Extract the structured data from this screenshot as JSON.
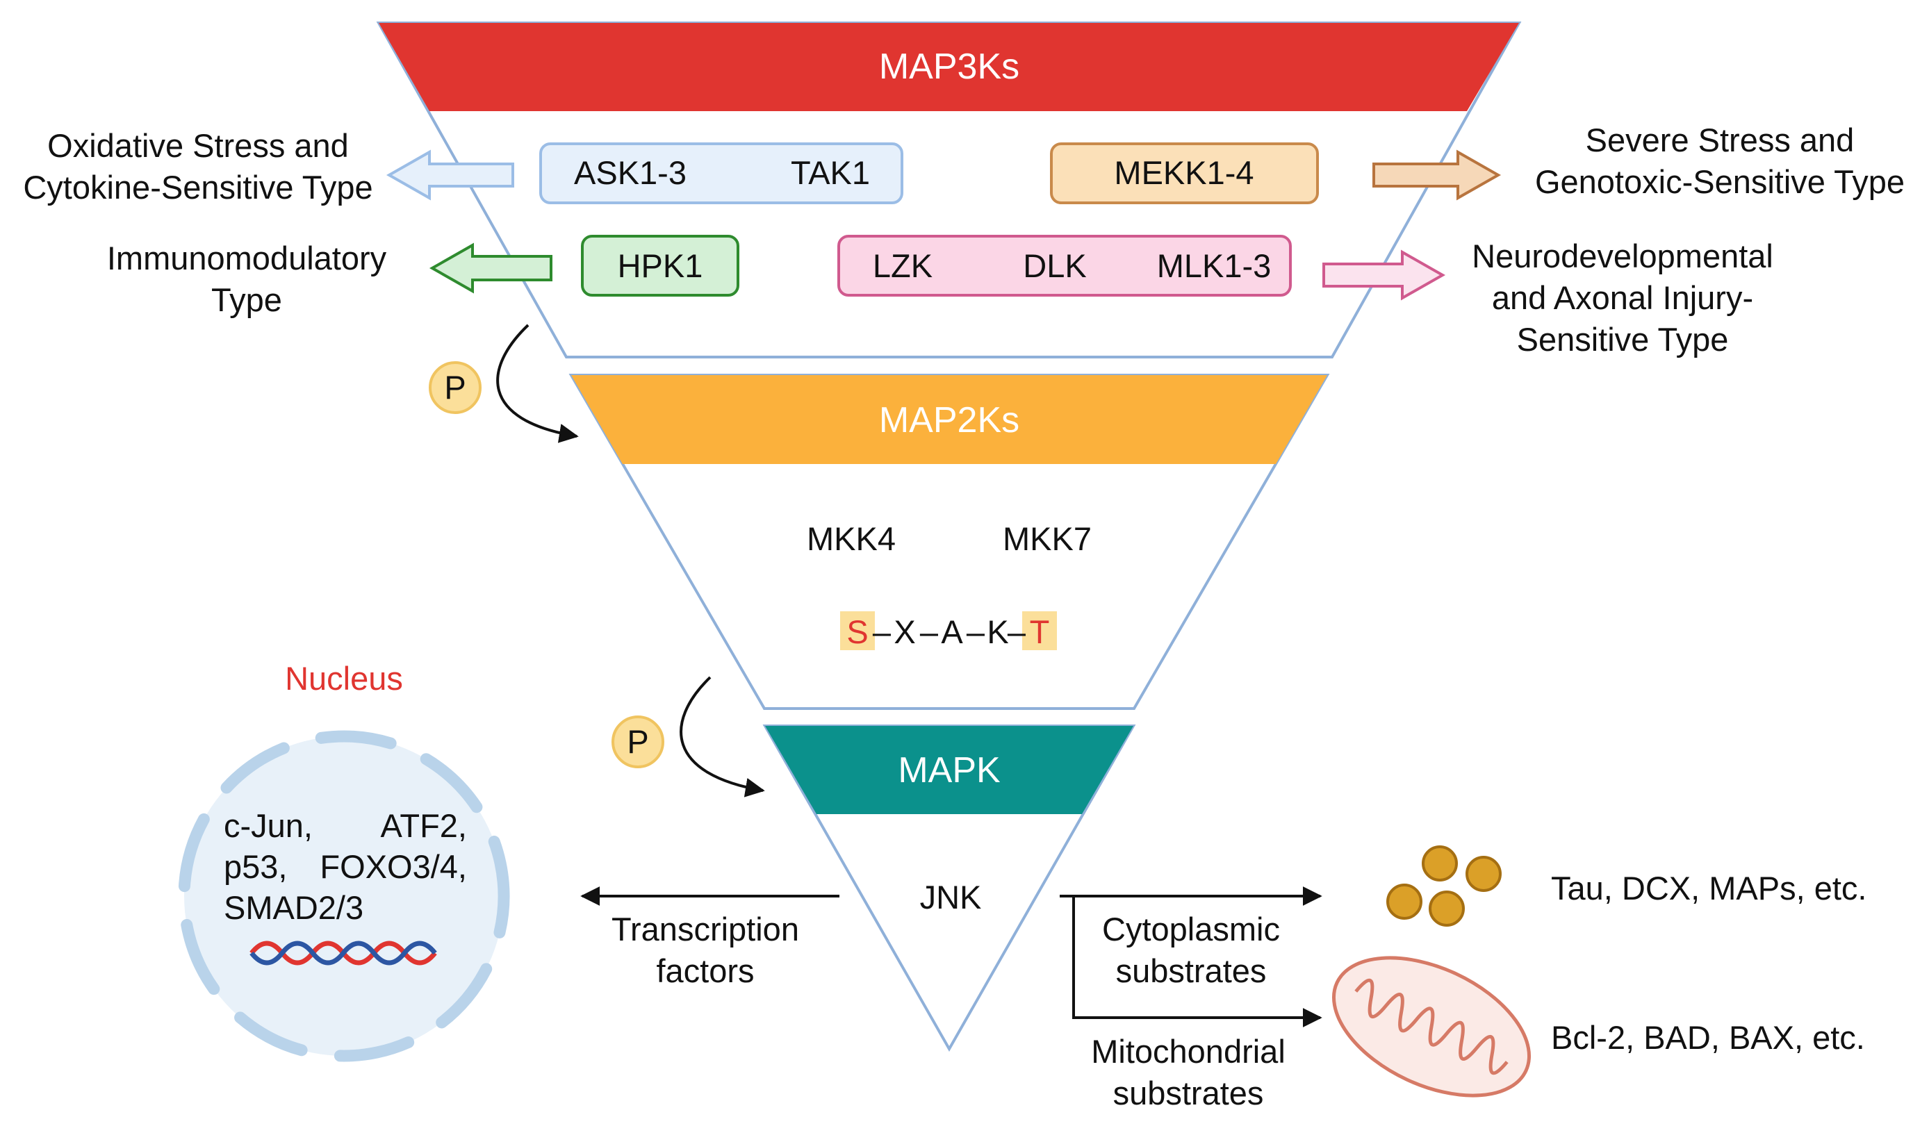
{
  "tiers": {
    "map3k": {
      "title": "MAP3Ks",
      "color": "#e03530"
    },
    "map2k": {
      "title": "MAP2Ks",
      "color": "#fbb13c"
    },
    "mapk": {
      "title": "MAPK",
      "color": "#0b918c"
    }
  },
  "map3k_groups": {
    "ask_tak": {
      "items": [
        "ASK1-3",
        "TAK1"
      ],
      "fill": "#e6f0fb",
      "stroke": "#9bbde6"
    },
    "mekk": {
      "items": [
        "MEKK1-4"
      ],
      "fill": "#fbe0b8",
      "stroke": "#c98a4b"
    },
    "hpk": {
      "items": [
        "HPK1"
      ],
      "fill": "#d4f0d6",
      "stroke": "#2e8b2e"
    },
    "mlk": {
      "items": [
        "LZK",
        "DLK",
        "MLK1-3"
      ],
      "fill": "#fbd6e6",
      "stroke": "#d05a8e"
    }
  },
  "sensitivity_types": {
    "oxidative": {
      "lines": [
        "Oxidative Stress and",
        "Cytokine-Sensitive Type"
      ],
      "arrow_fill": "#e6f0fb",
      "arrow_stroke": "#9bbde6"
    },
    "severe": {
      "lines": [
        "Severe Stress and",
        "Genotoxic-Sensitive Type"
      ],
      "arrow_fill": "#f6d8b8",
      "arrow_stroke": "#b8743e"
    },
    "immuno": {
      "lines": [
        "Immunomodulatory",
        "Type"
      ],
      "arrow_fill": "#d4f0d6",
      "arrow_stroke": "#2e8b2e"
    },
    "neuro": {
      "lines": [
        "Neurodevelopmental",
        "and Axonal Injury-",
        "Sensitive Type"
      ],
      "arrow_fill": "#fbe3ee",
      "arrow_stroke": "#d05a8e"
    }
  },
  "phospho_label": "P",
  "map2k_items": [
    "MKK4",
    "MKK7"
  ],
  "motif": {
    "s": "S",
    "x": "X",
    "a": "A",
    "k": "K",
    "t": "T",
    "dash": "–"
  },
  "mapk_item": "JNK",
  "nucleus": {
    "title": "Nucleus",
    "lines": [
      [
        "c-Jun,",
        "ATF2,"
      ],
      [
        "p53,",
        "FOXO3/4,"
      ],
      [
        "SMAD2/3"
      ]
    ]
  },
  "outputs": {
    "transcription": [
      "Transcription",
      "factors"
    ],
    "cytoplasmic": [
      "Cytoplasmic",
      "substrates"
    ],
    "mitochondrial": [
      "Mitochondrial",
      "substrates"
    ],
    "cyto_targets": "Tau, DCX, MAPs, etc.",
    "mito_targets": "Bcl-2, BAD, BAX, etc."
  }
}
